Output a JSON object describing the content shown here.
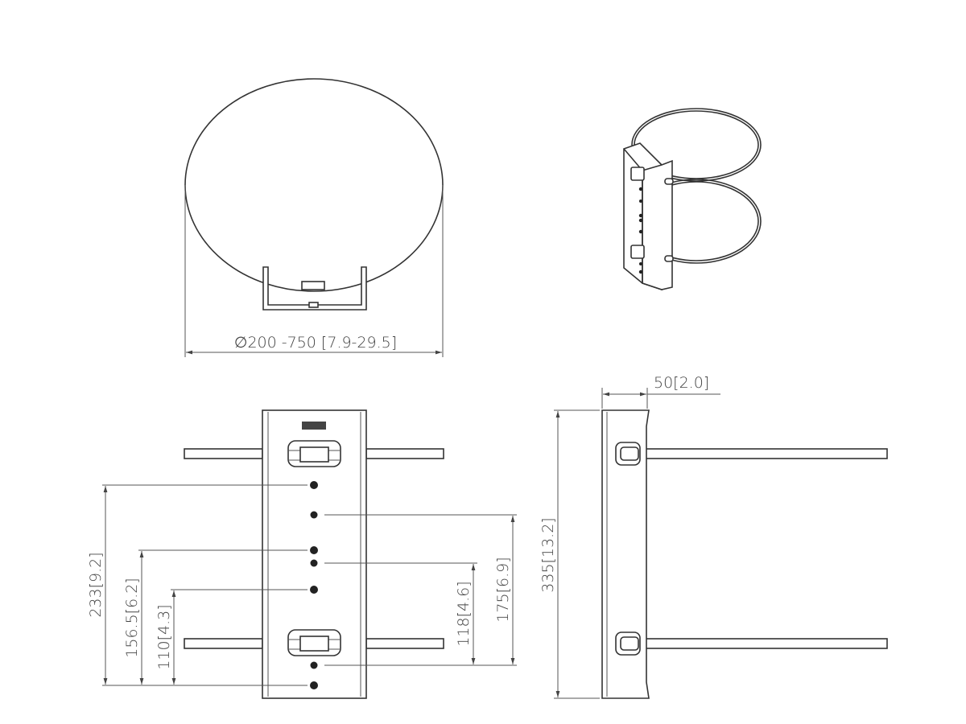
{
  "drawing": {
    "diameter_label": "∅200 -750 [7.9-29.5]",
    "dimensions": {
      "d233": "233[9.2]",
      "d156": "156.5[6.2]",
      "d110": "110[4.3]",
      "d118": "118[4.6]",
      "d175": "175[6.9]",
      "d335": "335[13.2]",
      "d50": "50[2.0]"
    },
    "views": [
      "pole-top-view",
      "isometric-view",
      "front-view",
      "side-view"
    ]
  }
}
